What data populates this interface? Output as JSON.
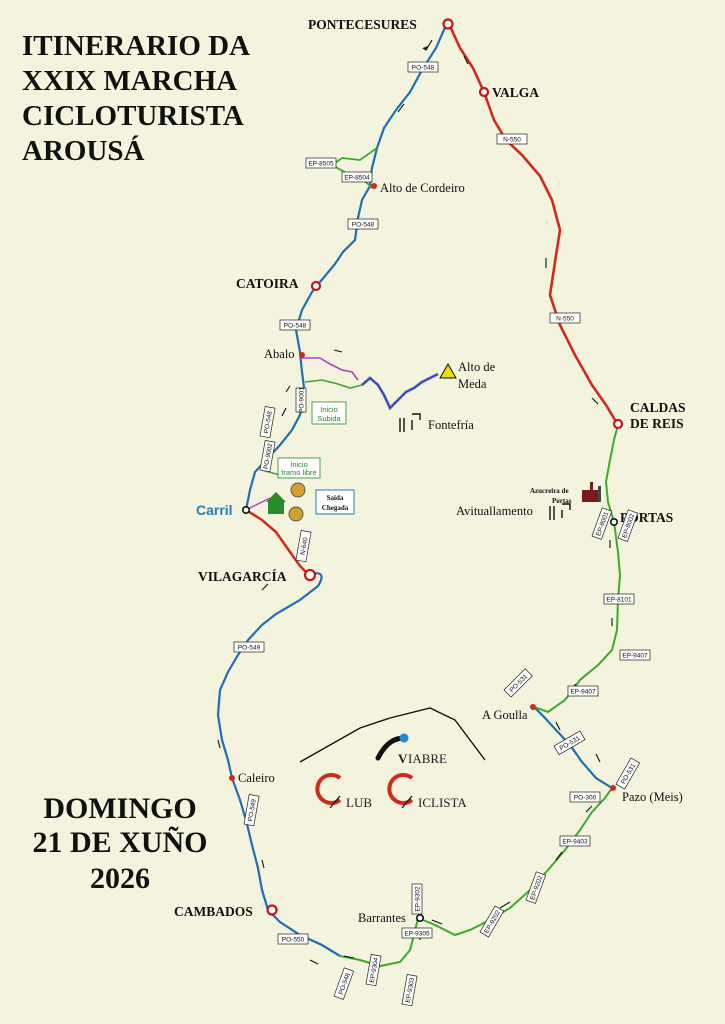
{
  "title": {
    "line1": "ITINERARIO DA",
    "line2": "XXIX MARCHA",
    "line3": "CICLOTURISTA",
    "line4": "AROUSÁ"
  },
  "date": {
    "line1": "DOMINGO",
    "line2": "21 DE XUÑO",
    "line3": "2026"
  },
  "towns": {
    "pontecesures": "PONTECESURES",
    "valga": "VALGA",
    "catoira": "CATOIRA",
    "caldas": "CALDAS",
    "de_reis": "DE REIS",
    "portas": "PORTAS",
    "carril": "Carril",
    "vilagarcia": "VILAGARCÍA",
    "cambados": "CAMBADOS"
  },
  "places": {
    "alto_cordeiro": "Alto de Cordeiro",
    "abalo": "Abalo",
    "alto_meda_1": "Alto de",
    "alto_meda_2": "Meda",
    "fontefria": "Fontefría",
    "avituallamento": "Avituallamento",
    "azucreira_1": "Azucreira de",
    "azucreira_2": "Portas",
    "a_goulla": "A Goulla",
    "pazo_meis": "Pazo (Meis)",
    "caleiro": "Caleiro",
    "barrantes": "Barrantes"
  },
  "notes": {
    "inicio_subida_1": "Inicio",
    "inicio_subida_2": "Subida",
    "inicio_tramo_1": "Inicio",
    "inicio_tramo_2": "tramo libre",
    "saida_1": "Saída",
    "saida_2": "Chegada"
  },
  "roads": {
    "po548": "PO-548",
    "n550": "N-550",
    "po549": "PO-549",
    "po550": "PO-550",
    "ep9305": "EP-9305",
    "ep9403": "EP-9403",
    "ep9407": "EP-9407",
    "ep8101": "EP-8101",
    "ep8002": "EP-8002",
    "ep8505": "EP-8505",
    "ep8504": "EP-8504",
    "po300": "PO-300",
    "po531": "PO-531",
    "po9002": "PO-9002",
    "ep9302": "EP-9302",
    "ep9303": "EP-9303",
    "ep9304": "EP-9304",
    "ep8001": "EP-8001",
    "n640": "N-640",
    "ep9202": "EP-9202",
    "po9001": "PO-9001"
  },
  "logo": {
    "viabre": "IABRE",
    "club": "LUB",
    "ciclista": "ICLISTA"
  },
  "colors": {
    "background": "#f3f3de",
    "route_blue": "#1f6fb5",
    "route_red": "#d02a1a",
    "route_green": "#3daa2e",
    "route_purple": "#b040c0",
    "climb_blue": "#2040d0"
  }
}
